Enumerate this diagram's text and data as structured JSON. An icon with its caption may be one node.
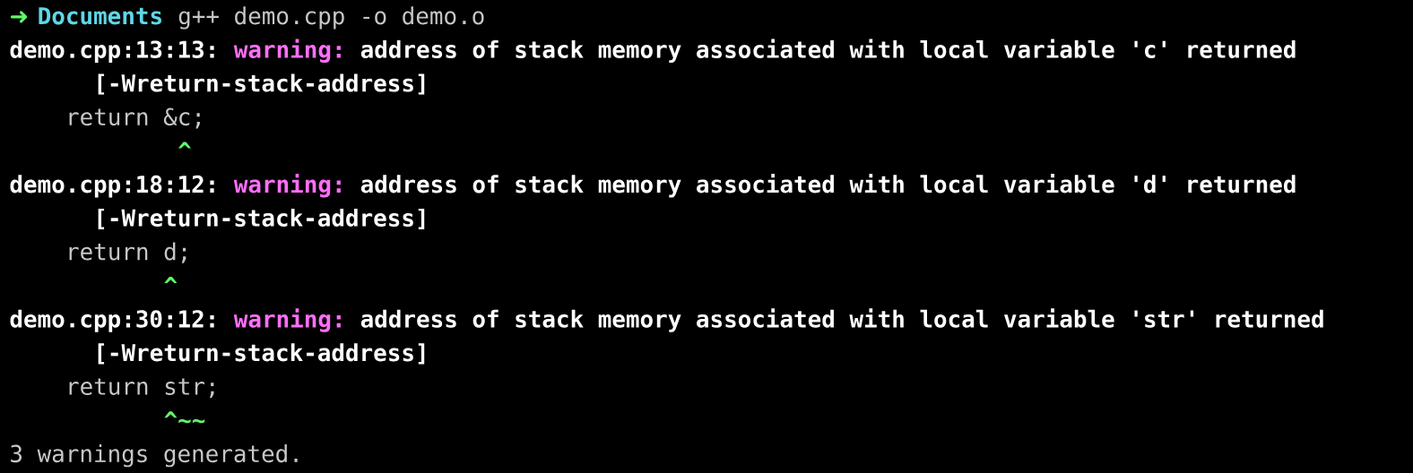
{
  "diagram": {
    "labels": [
      "➜",
      "Documents",
      "g++ demo.cpp -o demo.o",
      "demo.cpp:13:13:",
      "warning:",
      "address of stack memory associated with local variable 'c' returned",
      "[-Wreturn-stack-address]",
      "return &c;",
      "^",
      "demo.cpp:18:12:",
      "warning:",
      "address of stack memory associated with local variable 'd' returned",
      "[-Wreturn-stack-address]",
      "return d;",
      "^",
      "demo.cpp:30:12:",
      "warning:",
      "address of stack memory associated with local variable 'str' returned",
      "[-Wreturn-stack-address]",
      "return str;",
      "^~~",
      "3 warnings generated."
    ]
  }
}
